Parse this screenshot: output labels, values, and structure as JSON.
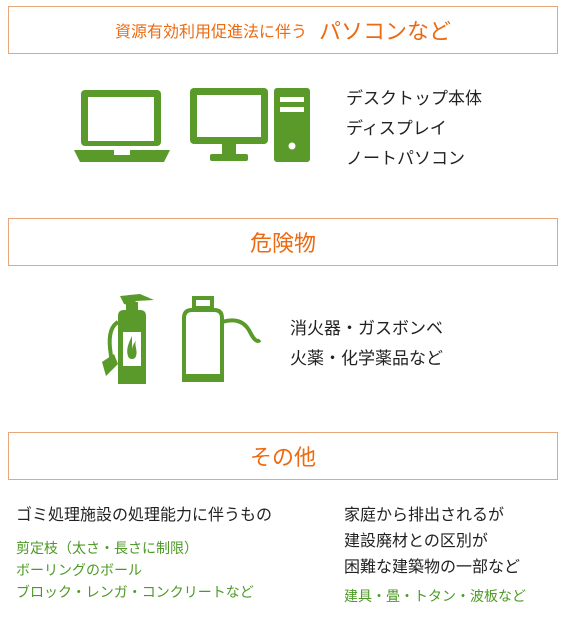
{
  "section1": {
    "header_small": "資源有効利用促進法に伴う",
    "header_big": "パソコンなど",
    "icons": [
      "laptop-icon",
      "desktop-pc-icon"
    ],
    "items": [
      "デスクトップ本体",
      "ディスプレイ",
      "ノートパソコン"
    ]
  },
  "section2": {
    "header": "危険物",
    "icons": [
      "fire-extinguisher-icon",
      "gas-cylinder-icon"
    ],
    "items": [
      "消火器・ガスボンベ",
      "火薬・化学薬品など"
    ]
  },
  "section3": {
    "header": "その他",
    "left": {
      "title": "ゴミ処理施設の処理能力に伴うもの",
      "notes": [
        "剪定枝（太さ・長さに制限）",
        "ボーリングのボール",
        "ブロック・レンガ・コンクリートなど"
      ]
    },
    "right": {
      "title_lines": [
        "家庭から排出されるが",
        "建設廃材との区別が",
        "困難な建築物の一部など"
      ],
      "note": "建具・畳・トタン・波板など"
    }
  },
  "colors": {
    "accent_orange": "#ec6a12",
    "border_orange": "#e8a77a",
    "icon_green": "#5a9a2a",
    "note_green": "#4c9a24"
  }
}
